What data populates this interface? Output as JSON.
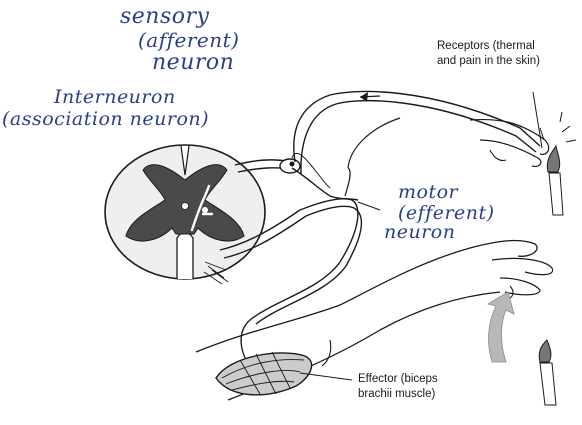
{
  "labels": {
    "sensory": {
      "line1": "sensory",
      "line2": "(afferent)",
      "line3": "neuron"
    },
    "interneuron": {
      "line1": "Interneuron",
      "line2": "(association neuron)"
    },
    "motor": {
      "line1": "motor",
      "line2": "(efferent)",
      "line3": "neuron"
    },
    "receptors": {
      "line1": "Receptors (thermal",
      "line2": "and pain in the skin)"
    },
    "effector": {
      "line1": "Effector (biceps",
      "line2": "brachii muscle)"
    }
  },
  "colors": {
    "ink": "#1a1a1a",
    "handwriting": "#2a3f8c",
    "gray_matter": "#4a4a4a",
    "white_matter": "#efefef"
  }
}
